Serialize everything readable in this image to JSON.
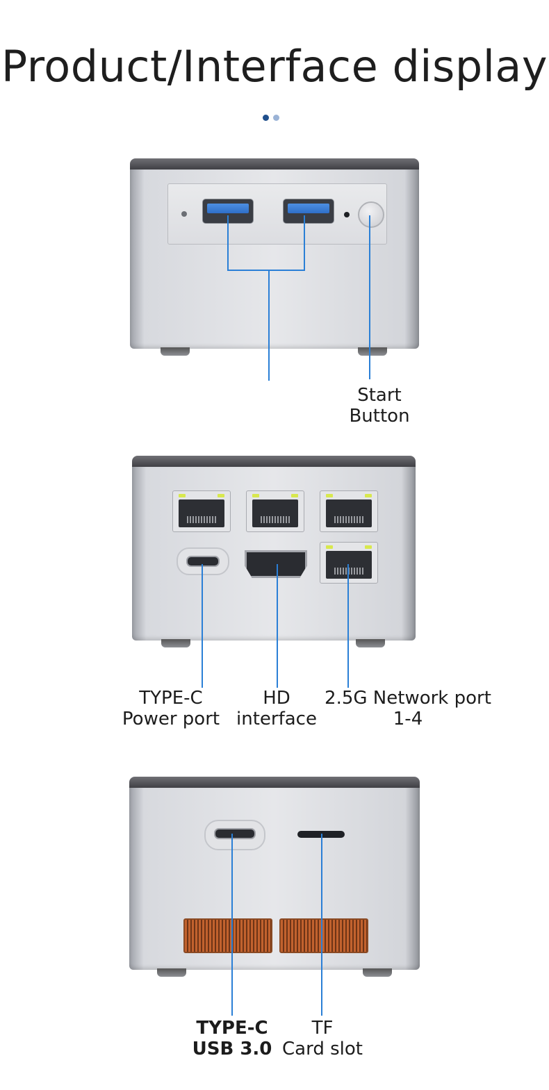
{
  "title": "Product/Interface display",
  "colors": {
    "dot_active": "#1f4f8c",
    "dot_inactive": "#9bb3d6",
    "leader_line": "#2a7fd6",
    "vent_copper": "#c2622e"
  },
  "panel1": {
    "label_start_line1": "Start",
    "label_start_line2": "Button"
  },
  "panel2": {
    "label_typec_line1": "TYPE-C",
    "label_typec_line2": "Power port",
    "label_hd_line1": "HD",
    "label_hd_line2": "interface",
    "label_net_line1": "2.5G Network port",
    "label_net_line2": "1-4"
  },
  "panel3": {
    "label_usb_line1": "TYPE-C",
    "label_usb_line2": "USB 3.0",
    "label_tf_line1": "TF",
    "label_tf_line2": "Card slot"
  }
}
